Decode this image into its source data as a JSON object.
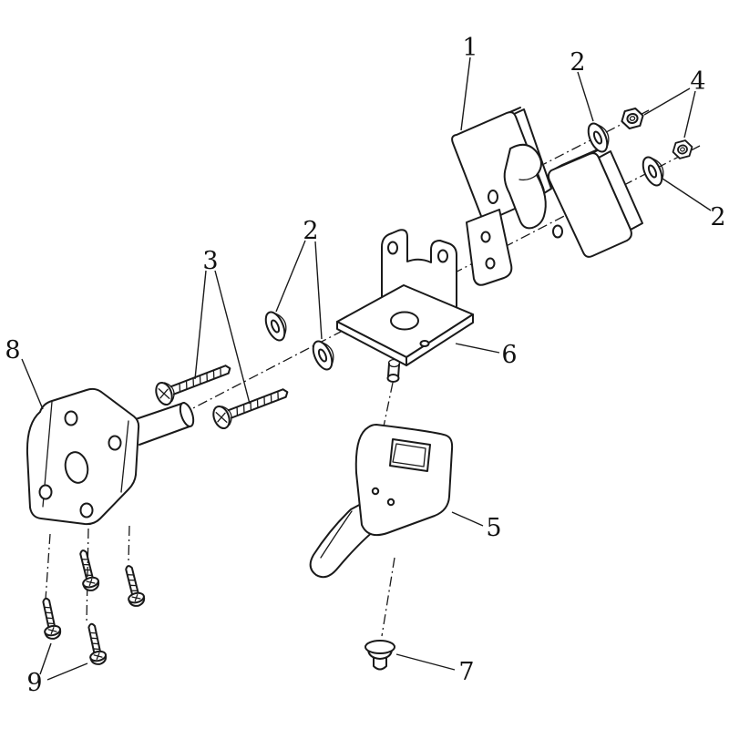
{
  "diagram": {
    "kind": "exploded-parts-diagram",
    "background_color": "#ffffff",
    "line_color": "#1a1a1a",
    "callouts": [
      {
        "label": "1",
        "points_to": "latch-body"
      },
      {
        "label": "2",
        "points_to": "washer-top"
      },
      {
        "label": "4",
        "points_to": "hex-nuts"
      },
      {
        "label": "2",
        "points_to": "washer-right"
      },
      {
        "label": "2",
        "points_to": "washers-middle"
      },
      {
        "label": "3",
        "points_to": "long-screws"
      },
      {
        "label": "6",
        "points_to": "angle-bracket"
      },
      {
        "label": "8",
        "points_to": "mount-bracket"
      },
      {
        "label": "5",
        "points_to": "lever"
      },
      {
        "label": "7",
        "points_to": "push-pin"
      },
      {
        "label": "9",
        "points_to": "mounting-screws"
      }
    ],
    "parts": [
      {
        "name": "latch-body",
        "count": 1
      },
      {
        "name": "washer",
        "count": 4
      },
      {
        "name": "long-screw",
        "count": 2
      },
      {
        "name": "hex-nut",
        "count": 2
      },
      {
        "name": "lever",
        "count": 1
      },
      {
        "name": "angle-bracket",
        "count": 1
      },
      {
        "name": "push-pin",
        "count": 1
      },
      {
        "name": "mount-bracket",
        "count": 1
      },
      {
        "name": "mounting-screw",
        "count": 4
      }
    ]
  }
}
